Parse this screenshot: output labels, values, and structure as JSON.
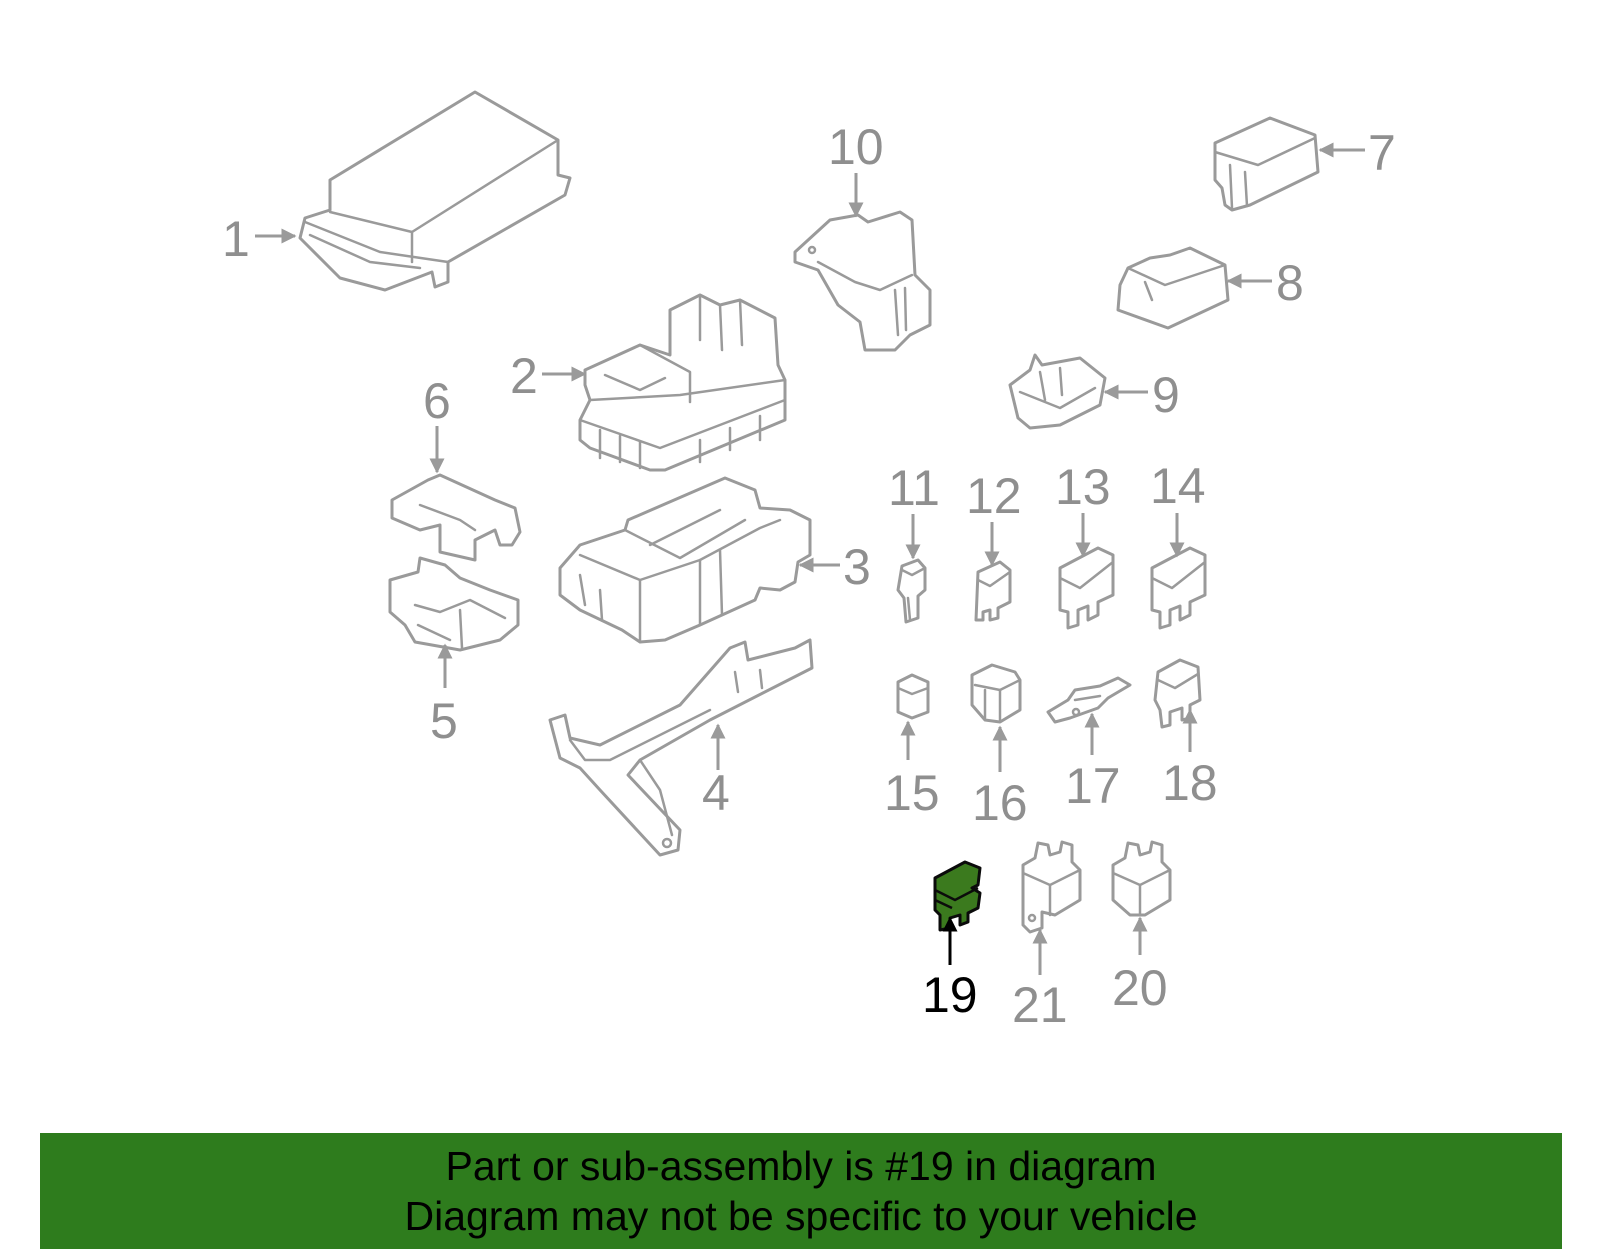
{
  "diagram": {
    "highlighted_part": "19",
    "highlight_color": "#3b7a1e",
    "line_color": "#9a9a9a",
    "callouts": [
      "1",
      "2",
      "3",
      "4",
      "5",
      "6",
      "7",
      "8",
      "9",
      "10",
      "11",
      "12",
      "13",
      "14",
      "15",
      "16",
      "17",
      "18",
      "19",
      "20",
      "21"
    ]
  },
  "footer": {
    "background": "#2e7c1d",
    "line1": "Part or sub-assembly is #19 in diagram",
    "line2": "Diagram may not be specific to your vehicle"
  }
}
